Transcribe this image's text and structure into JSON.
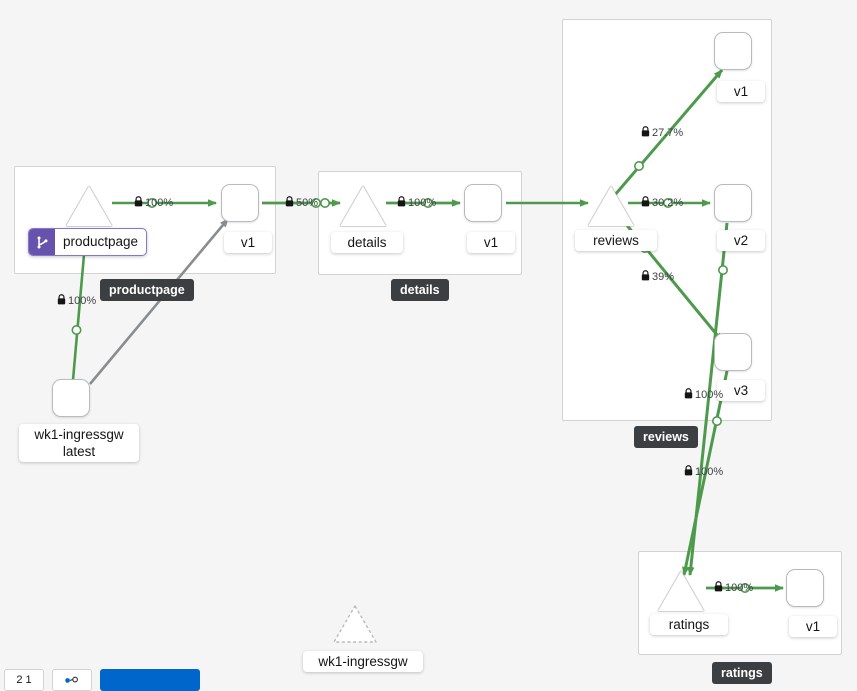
{
  "graph": {
    "background_color": "#f5f5f5",
    "healthy_edge_color": "#4d9a4d",
    "idle_edge_color": "#8a8d90",
    "virtual_service_badge_color": "#6753ac",
    "group_tag_bg": "#3c3f42"
  },
  "groups": [
    {
      "id": "productpage",
      "tag": "productpage"
    },
    {
      "id": "details",
      "tag": "details"
    },
    {
      "id": "reviews",
      "tag": "reviews"
    },
    {
      "id": "ratings",
      "tag": "ratings"
    }
  ],
  "nodes": [
    {
      "id": "ingressgw",
      "label_line1": "wk1-ingressgw",
      "label_line2": "latest",
      "shape": "box"
    },
    {
      "id": "productpage-svc",
      "label_line1": "productpage",
      "shape": "triangle",
      "badge": "virtual-service"
    },
    {
      "id": "productpage-v1",
      "label_line1": "v1",
      "shape": "box"
    },
    {
      "id": "details-svc",
      "label_line1": "details",
      "shape": "triangle"
    },
    {
      "id": "details-v1",
      "label_line1": "v1",
      "shape": "box"
    },
    {
      "id": "reviews-svc",
      "label_line1": "reviews",
      "shape": "triangle"
    },
    {
      "id": "reviews-v1",
      "label_line1": "v1",
      "shape": "box"
    },
    {
      "id": "reviews-v2",
      "label_line1": "v2",
      "shape": "box"
    },
    {
      "id": "reviews-v3",
      "label_line1": "v3",
      "shape": "box"
    },
    {
      "id": "ratings-svc",
      "label_line1": "ratings",
      "shape": "triangle"
    },
    {
      "id": "ratings-v1",
      "label_line1": "v1",
      "shape": "box"
    },
    {
      "id": "ingressgw-idle",
      "label_line1": "wk1-ingressgw",
      "shape": "triangle-dashed"
    }
  ],
  "edges": [
    {
      "id": "e-ingress-pp",
      "from": "ingressgw",
      "to": "productpage-svc",
      "label": "100%",
      "secured": true,
      "status": "healthy"
    },
    {
      "id": "e-ingress-ppv1",
      "from": "ingressgw",
      "to": "productpage-v1",
      "label": "",
      "secured": false,
      "status": "idle"
    },
    {
      "id": "e-pp-ppv1",
      "from": "productpage-svc",
      "to": "productpage-v1",
      "label": "100%",
      "secured": true,
      "status": "healthy"
    },
    {
      "id": "e-ppv1-details",
      "from": "productpage-v1",
      "to": "details-svc",
      "label": "50%",
      "secured": true,
      "status": "healthy"
    },
    {
      "id": "e-details-dv1",
      "from": "details-svc",
      "to": "details-v1",
      "label": "100%",
      "secured": true,
      "status": "healthy"
    },
    {
      "id": "e-dv1-reviews",
      "from": "details-v1",
      "to": "reviews-svc",
      "label": "",
      "secured": false,
      "status": "healthy"
    },
    {
      "id": "e-reviews-rv1",
      "from": "reviews-svc",
      "to": "reviews-v1",
      "label": "27.7%",
      "secured": true,
      "status": "healthy"
    },
    {
      "id": "e-reviews-rv2",
      "from": "reviews-svc",
      "to": "reviews-v2",
      "label": "30.2%",
      "secured": true,
      "status": "healthy"
    },
    {
      "id": "e-reviews-rv3",
      "from": "reviews-svc",
      "to": "reviews-v3",
      "label": "39%",
      "secured": true,
      "status": "healthy"
    },
    {
      "id": "e-rv3-ratings",
      "from": "reviews-v3",
      "to": "ratings-svc",
      "label": "100%",
      "secured": true,
      "status": "healthy"
    },
    {
      "id": "e-rv2-ratings",
      "from": "reviews-v2",
      "to": "ratings-svc",
      "label": "100%",
      "secured": true,
      "status": "healthy"
    },
    {
      "id": "e-ratings-rtv1",
      "from": "ratings-svc",
      "to": "ratings-v1",
      "label": "100%",
      "secured": true,
      "status": "healthy"
    }
  ],
  "tooltip": {
    "text": "productpage"
  },
  "toolbar": {
    "zoom_chip": "2 1",
    "legend_chip": "",
    "primary_button": ""
  }
}
